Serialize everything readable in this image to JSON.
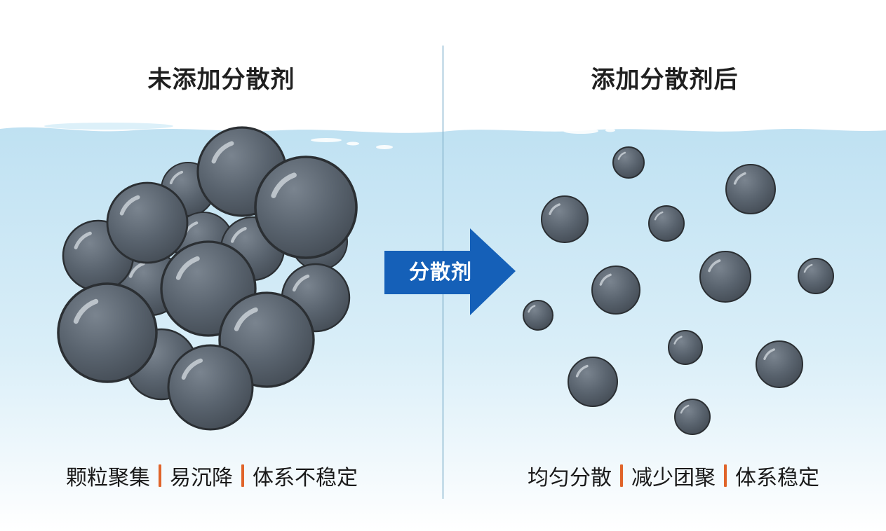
{
  "left_panel": {
    "title": "未添加分散剂",
    "tags": [
      "颗粒聚集",
      "易沉降",
      "体系不稳定"
    ]
  },
  "right_panel": {
    "title": "添加分散剂后",
    "tags": [
      "均匀分散",
      "减少团聚",
      "体系稳定"
    ]
  },
  "arrow": {
    "label": "分散剂",
    "color": "#1560b8"
  },
  "colors": {
    "water_top": "#bfe1f2",
    "water_bottom": "#ffffff",
    "particle": "#59636e",
    "particle_outline": "#2b2f33",
    "separator": "#e0642a",
    "divider": "#8bb8d0"
  }
}
